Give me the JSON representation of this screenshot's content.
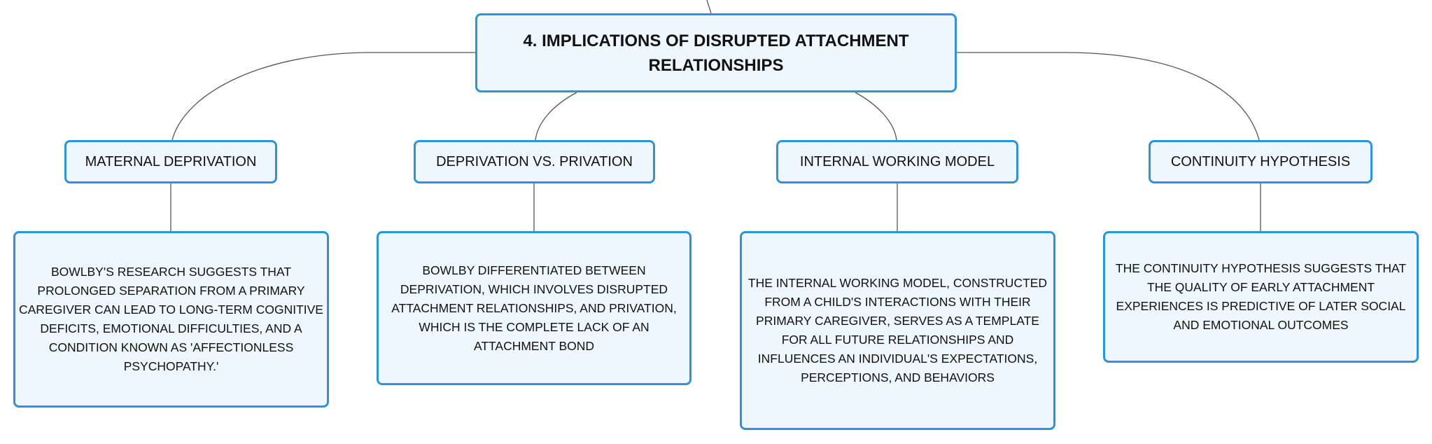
{
  "root": {
    "title": "4. IMPLICATIONS OF DISRUPTED ATTACHMENT RELATIONSHIPS"
  },
  "branches": [
    {
      "title": "MATERNAL DEPRIVATION",
      "description": "BOWLBY'S RESEARCH SUGGESTS THAT PROLONGED SEPARATION FROM A PRIMARY CAREGIVER CAN LEAD TO LONG-TERM COGNITIVE DEFICITS, EMOTIONAL DIFFICULTIES, AND A CONDITION KNOWN AS 'AFFECTIONLESS PSYCHOPATHY.'"
    },
    {
      "title": "DEPRIVATION VS. PRIVATION",
      "description": "BOWLBY DIFFERENTIATED BETWEEN DEPRIVATION, WHICH INVOLVES DISRUPTED ATTACHMENT RELATIONSHIPS, AND PRIVATION, WHICH IS THE COMPLETE LACK OF AN ATTACHMENT BOND"
    },
    {
      "title": "INTERNAL WORKING MODEL",
      "description": "THE INTERNAL WORKING MODEL, CONSTRUCTED FROM A CHILD'S INTERACTIONS WITH THEIR PRIMARY CAREGIVER, SERVES AS A TEMPLATE FOR ALL FUTURE RELATIONSHIPS AND INFLUENCES AN INDIVIDUAL'S EXPECTATIONS, PERCEPTIONS, AND BEHAVIORS"
    },
    {
      "title": "CONTINUITY HYPOTHESIS",
      "description": "THE CONTINUITY HYPOTHESIS SUGGESTS THAT THE QUALITY OF EARLY ATTACHMENT EXPERIENCES IS PREDICTIVE OF LATER SOCIAL AND EMOTIONAL OUTCOMES"
    }
  ],
  "colors": {
    "node_border": "#2f93d6",
    "node_fill": "#eef7fd",
    "connector": "#555555",
    "text": "#111111"
  }
}
